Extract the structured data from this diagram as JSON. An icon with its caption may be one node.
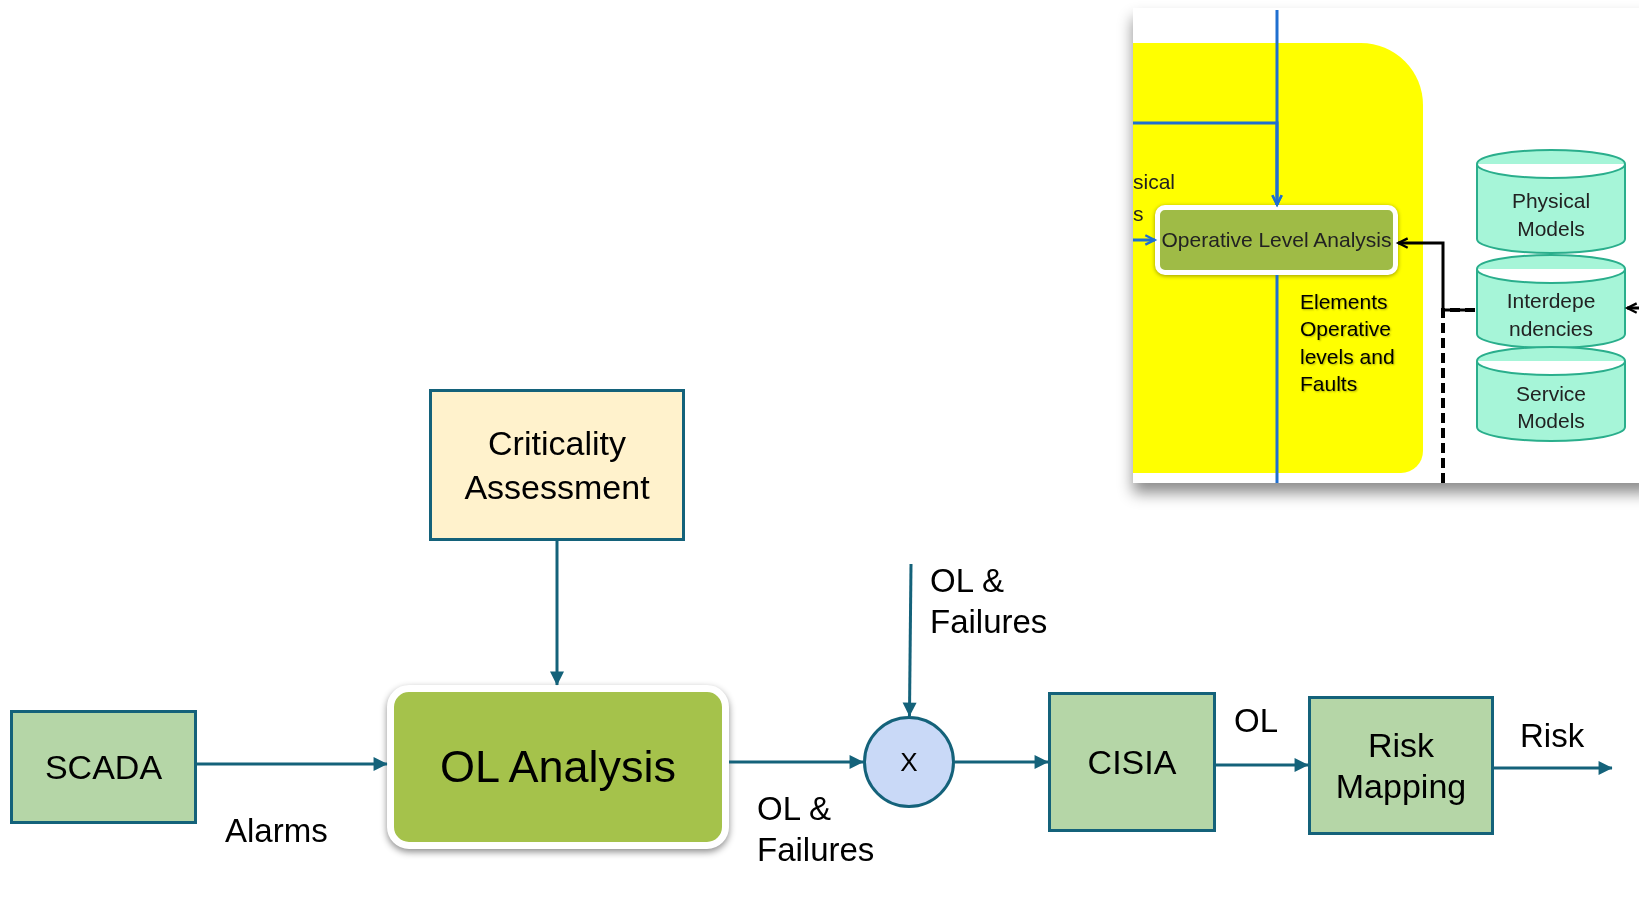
{
  "diagram": {
    "nodes": [
      {
        "text": [
          "SCADA"
        ]
      },
      {
        "text": [
          "Criticality Assessment"
        ]
      },
      {
        "text": [
          "OL Analysis"
        ]
      },
      {
        "text": [
          "X"
        ]
      },
      {
        "text": [
          "CISIA"
        ]
      },
      {
        "text": [
          "Risk Mapping"
        ]
      },
      {
        "text": [],
        "shape": "box"
      },
      {
        "text": [
          "Operative Level Analysis"
        ],
        "in": 6
      },
      {
        "text": [
          "Physical Models"
        ]
      },
      {
        "text": [
          "Interdepe ndencies"
        ]
      },
      {
        "text": [
          "Service Models"
        ]
      }
    ],
    "edges": [
      {
        "from": 0,
        "to": 2,
        "arrow": "to",
        "label": "Alarms"
      },
      {
        "from": 1,
        "to": 2,
        "arrow": "to"
      },
      {
        "from": 2,
        "to": 3,
        "arrow": "to",
        "label": "OL & Failures"
      },
      {
        "from": null,
        "to": 3,
        "arrow": "to",
        "label": "OL & Failures"
      },
      {
        "from": 3,
        "to": 4,
        "arrow": "to"
      },
      {
        "from": 4,
        "to": 5,
        "arrow": "to",
        "label": "OL"
      },
      {
        "from": 5,
        "to": null,
        "arrow": "to",
        "label": "Risk"
      },
      {
        "from": null,
        "to": 7,
        "arrow": "to",
        "color": "#1f6fd0"
      },
      {
        "from": null,
        "to": 7,
        "arrow": "to",
        "color": "#1f6fd0"
      },
      {
        "from": null,
        "to": 7,
        "arrow": "to",
        "color": "#1f6fd0"
      },
      {
        "from": 7,
        "to": null,
        "arrow": "none",
        "color": "#1f6fd0",
        "label": "Elements Operative levels and Faults"
      },
      {
        "from": 9,
        "to": 7,
        "arrow": "to",
        "color": "#000000"
      },
      {
        "from": 9,
        "to": null,
        "arrow": "none",
        "color": "#000000",
        "style": "dashed"
      },
      {
        "from": null,
        "to": 9,
        "arrow": "to",
        "color": "#000000"
      }
    ],
    "labels": [
      "sical",
      "s"
    ]
  }
}
